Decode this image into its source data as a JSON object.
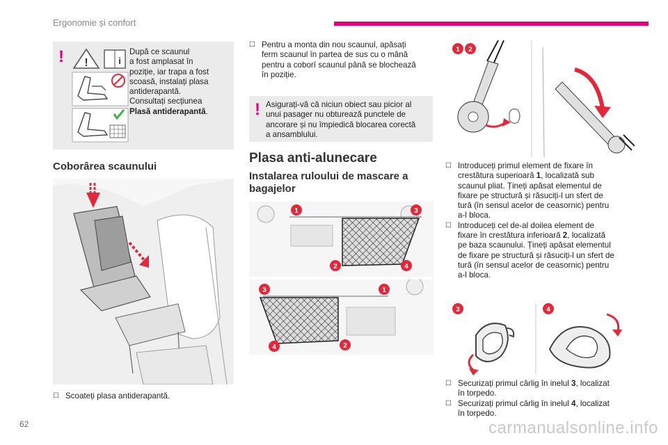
{
  "header": {
    "section_title": "Ergonomie și confort"
  },
  "page": {
    "number": "62",
    "watermark": "carmanualsonline.info"
  },
  "left": {
    "warning": {
      "mark": "!",
      "lines": [
        "După ce scaunul",
        "a fost amplasat în",
        "poziție, iar trapa a fost",
        "scoasă, instalați plasa",
        "antiderapantă.",
        "Consultați secțiunea"
      ],
      "bold_ref": "Plasă antiderapantă",
      "end": "."
    },
    "heading": "Coborârea scaunului",
    "step": "Scoateți plasa antiderapantă."
  },
  "middle": {
    "step_lines": [
      "Pentru a monta din nou scaunul, apăsați",
      "ferm scaunul în partea de sus cu o mână",
      "pentru a coborî scaunul până se blochează",
      "în poziție."
    ],
    "warning": {
      "mark": "!",
      "lines": [
        "Asigurați-vă că niciun obiect sau picior al",
        "unui pasager nu obturează punctele de",
        "ancorare și nu împiedică blocarea corectă",
        "a ansamblului."
      ]
    },
    "title": "Plasa anti-alunecare",
    "subtitle_lines": [
      "Instalarea ruloului de mascare a",
      "bagajelor"
    ],
    "diagram_top_labels": [
      "1",
      "3",
      "2",
      "4"
    ],
    "diagram_bottom_labels": [
      "3",
      "1",
      "4",
      "2"
    ]
  },
  "right": {
    "diagram_labels": [
      "1",
      "2"
    ],
    "step1_lines": [
      "Introduceți primul element de fixare în",
      "crestătura superioară ",
      "1",
      ", localizată sub",
      "scaunul pliat. Țineți apăsat elementul de",
      "fixare pe structură și răsuciți-l un sfert de",
      "tură (în sensul acelor de ceasornic) pentru",
      "a-l bloca."
    ],
    "step2_lines": [
      "Introduceți cel de-al doilea element de",
      "fixare în crestătura inferioară ",
      "2",
      ", localizată",
      "pe baza scaunului. Țineți apăsat elementul",
      "de fixare pe structură și răsuciți-l un sfert de",
      "tură (în sensul acelor de ceasornic) pentru",
      "a-l bloca."
    ],
    "hook_labels": [
      "3",
      "4"
    ],
    "step3_pre": "Securizați primul cârlig în inelul ",
    "step3_num": "3",
    "step3_post": ", localizat",
    "step3_line2": "în torpedo.",
    "step4_pre": "Securizați primul cârlig în inelul ",
    "step4_num": "4",
    "step4_post": ", localizat",
    "step4_line2": "în torpedo.",
    "bullet_glyph": "☐"
  },
  "colors": {
    "accent": "#e6007e",
    "label_red": "#e2283a",
    "warning_bg": "#ebebeb"
  }
}
